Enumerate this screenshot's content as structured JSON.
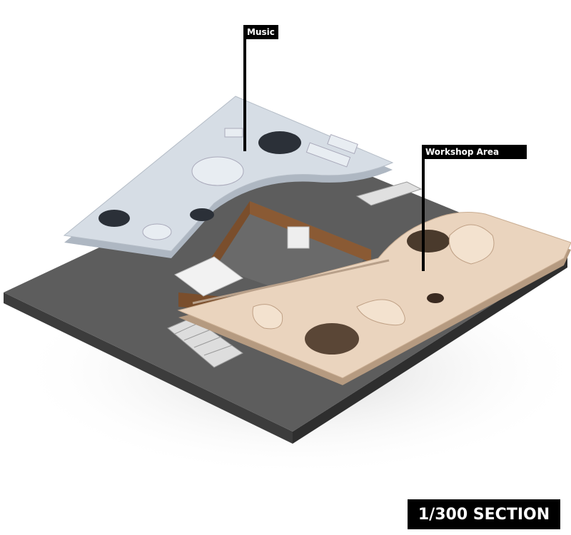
{
  "labels": {
    "music": "Music",
    "workshop": "Workshop Area"
  },
  "scale_label": "1/300 SECTION",
  "colors": {
    "base": "#5a5a5a",
    "music_floor": "#d4dbe3",
    "workshop_floor": "#e9d3bd",
    "wall": "#7a5030"
  }
}
